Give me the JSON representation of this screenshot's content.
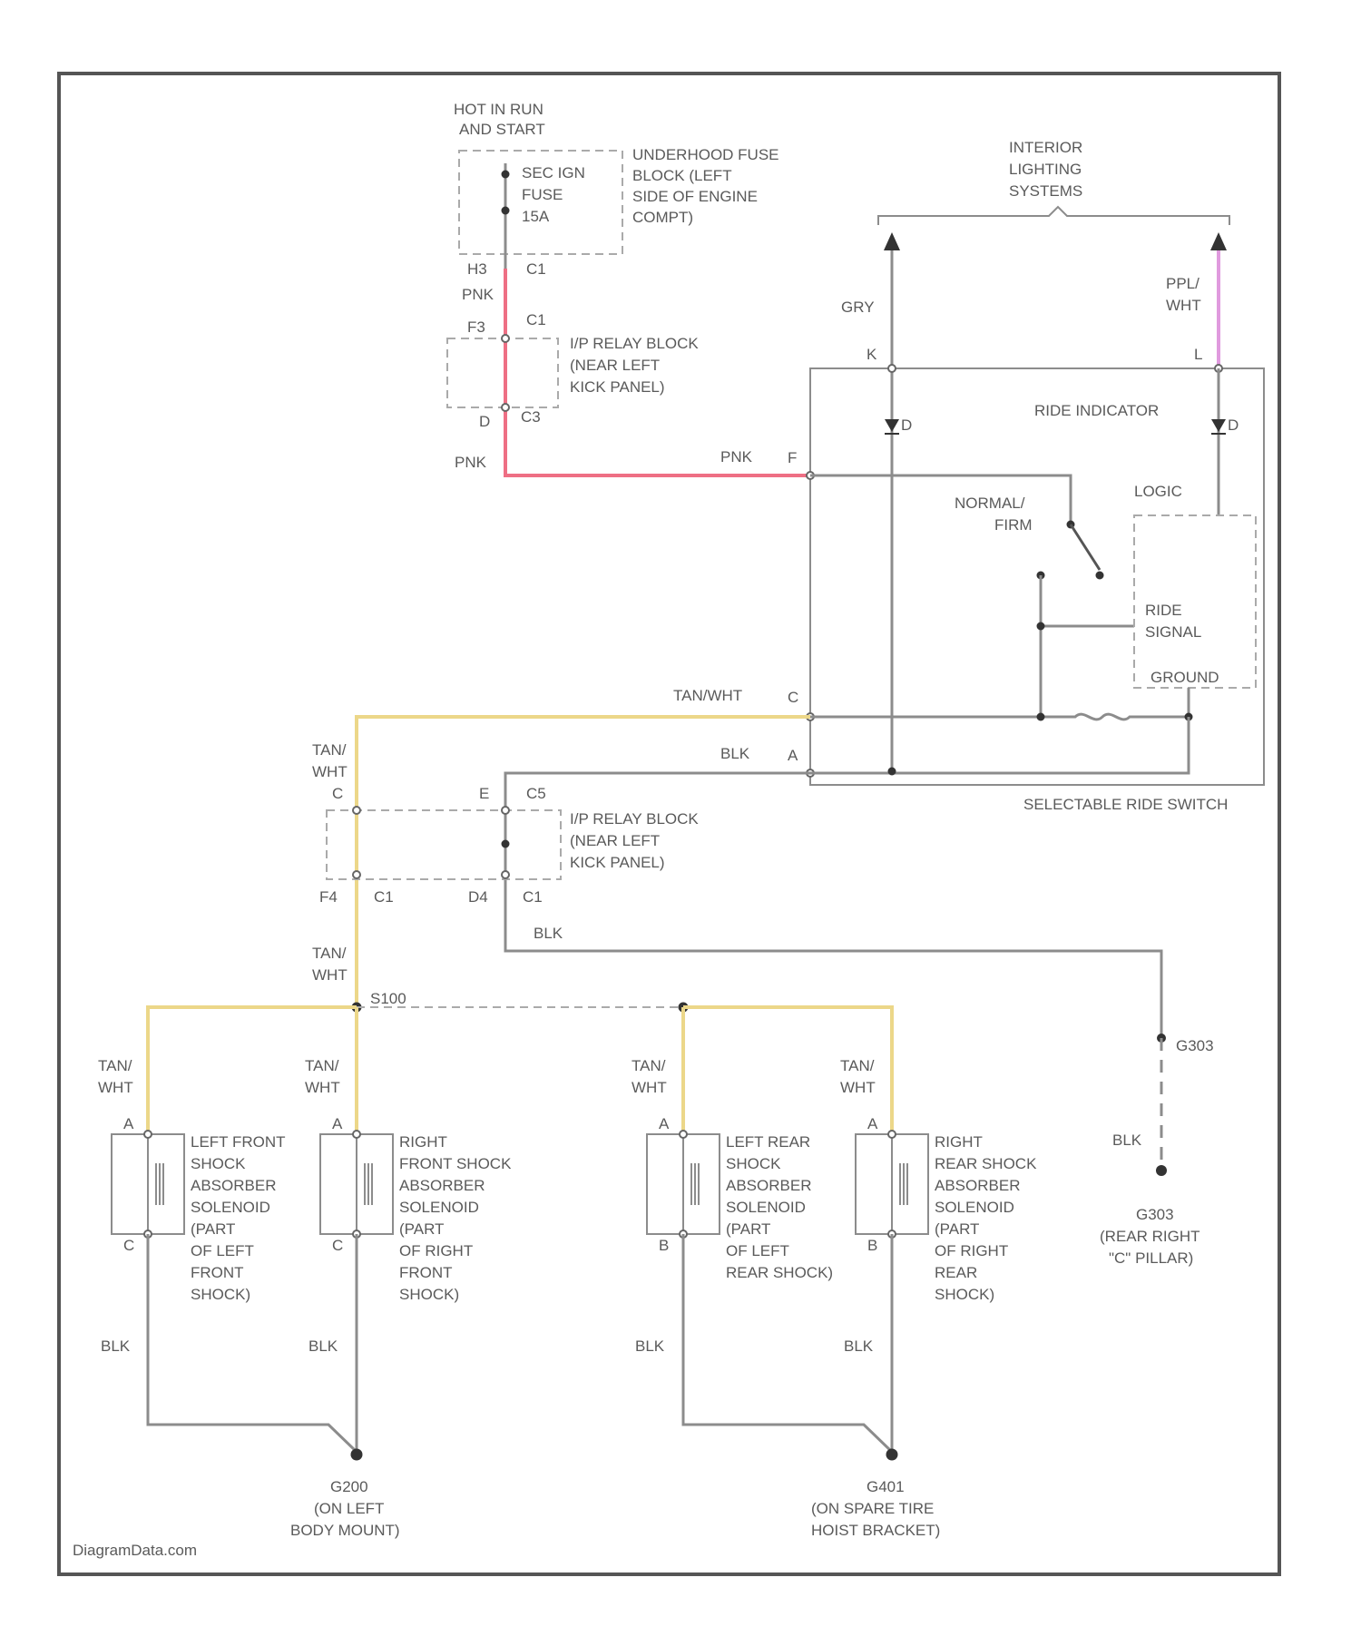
{
  "colors": {
    "frame": "#555555",
    "wire_gray": "#8c8c8c",
    "wire_pink": "#ee6f84",
    "wire_yellow": "#ecd789",
    "wire_violet": "#e09ade",
    "dashed": "#aaaaaa",
    "text": "#5a5a5a",
    "background": "#ffffff"
  },
  "power": {
    "hot": [
      "HOT IN RUN",
      "AND START"
    ],
    "fuse": [
      "SEC IGN",
      "FUSE",
      "15A"
    ],
    "fuse_block": [
      "UNDERHOOD FUSE",
      "BLOCK (LEFT",
      "SIDE OF ENGINE",
      "COMPT)"
    ],
    "pin_left": "H3",
    "pin_right": "C1"
  },
  "relay_block_top": {
    "label": [
      "I/P RELAY BLOCK",
      "(NEAR LEFT",
      "KICK PANEL)"
    ],
    "pin_in": "F3",
    "conn_in": "C1",
    "pin_out": "D",
    "conn_out": "C3"
  },
  "relay_block_bottom": {
    "label": [
      "I/P RELAY BLOCK",
      "(NEAR LEFT",
      "KICK PANEL)"
    ],
    "pin_a": "C",
    "pin_b": "E",
    "conn_top": "C5",
    "pin_c": "F4",
    "conn_c": "C1",
    "pin_d": "D4",
    "conn_d": "C1"
  },
  "interior": {
    "label": [
      "INTERIOR",
      "LIGHTING",
      "SYSTEMS"
    ],
    "wire_left": "GRY",
    "wire_right": [
      "PPL/",
      "WHT"
    ]
  },
  "switch": {
    "name": "SELECTABLE RIDE SWITCH",
    "ride_indicator": "RIDE INDICATOR",
    "logic": "LOGIC",
    "normal_firm": [
      "NORMAL/",
      "FIRM"
    ],
    "ride_signal": [
      "RIDE",
      "SIGNAL"
    ],
    "ground": "GROUND",
    "pins": {
      "k": "K",
      "l": "L",
      "f": "F",
      "c": "C",
      "a": "A",
      "d1": "D",
      "d2": "D"
    }
  },
  "wires": {
    "pnk": "PNK",
    "tan_wht": "TAN/WHT",
    "tan_wht_stack": [
      "TAN/",
      "WHT"
    ],
    "blk": "BLK"
  },
  "splices": {
    "s100": "S100",
    "g303": "G303"
  },
  "solenoids": [
    {
      "id": "lf",
      "label": [
        "LEFT FRONT",
        "SHOCK",
        "ABSORBER",
        "SOLENOID",
        "(PART",
        "OF LEFT",
        "FRONT",
        "SHOCK)"
      ],
      "pin_top": "A",
      "pin_bottom": "C"
    },
    {
      "id": "rf",
      "label": [
        "RIGHT",
        "FRONT SHOCK",
        "ABSORBER",
        "SOLENOID",
        "(PART",
        "OF RIGHT",
        "FRONT",
        "SHOCK)"
      ],
      "pin_top": "A",
      "pin_bottom": "C"
    },
    {
      "id": "lr",
      "label": [
        "LEFT REAR",
        "SHOCK",
        "ABSORBER",
        "SOLENOID",
        "(PART",
        "OF LEFT",
        "REAR SHOCK)"
      ],
      "pin_top": "A",
      "pin_bottom": "B"
    },
    {
      "id": "rr",
      "label": [
        "RIGHT",
        "REAR SHOCK",
        "ABSORBER",
        "SOLENOID",
        "(PART",
        "OF RIGHT",
        "REAR",
        "SHOCK)"
      ],
      "pin_top": "A",
      "pin_bottom": "B"
    }
  ],
  "grounds": {
    "g200": [
      "G200",
      "(ON LEFT",
      "BODY MOUNT)"
    ],
    "g401": [
      "G401",
      "(ON SPARE TIRE",
      "HOIST BRACKET)"
    ],
    "g303": [
      "G303",
      "(REAR RIGHT",
      "\"C\" PILLAR)"
    ]
  },
  "footer": "DiagramData.com"
}
